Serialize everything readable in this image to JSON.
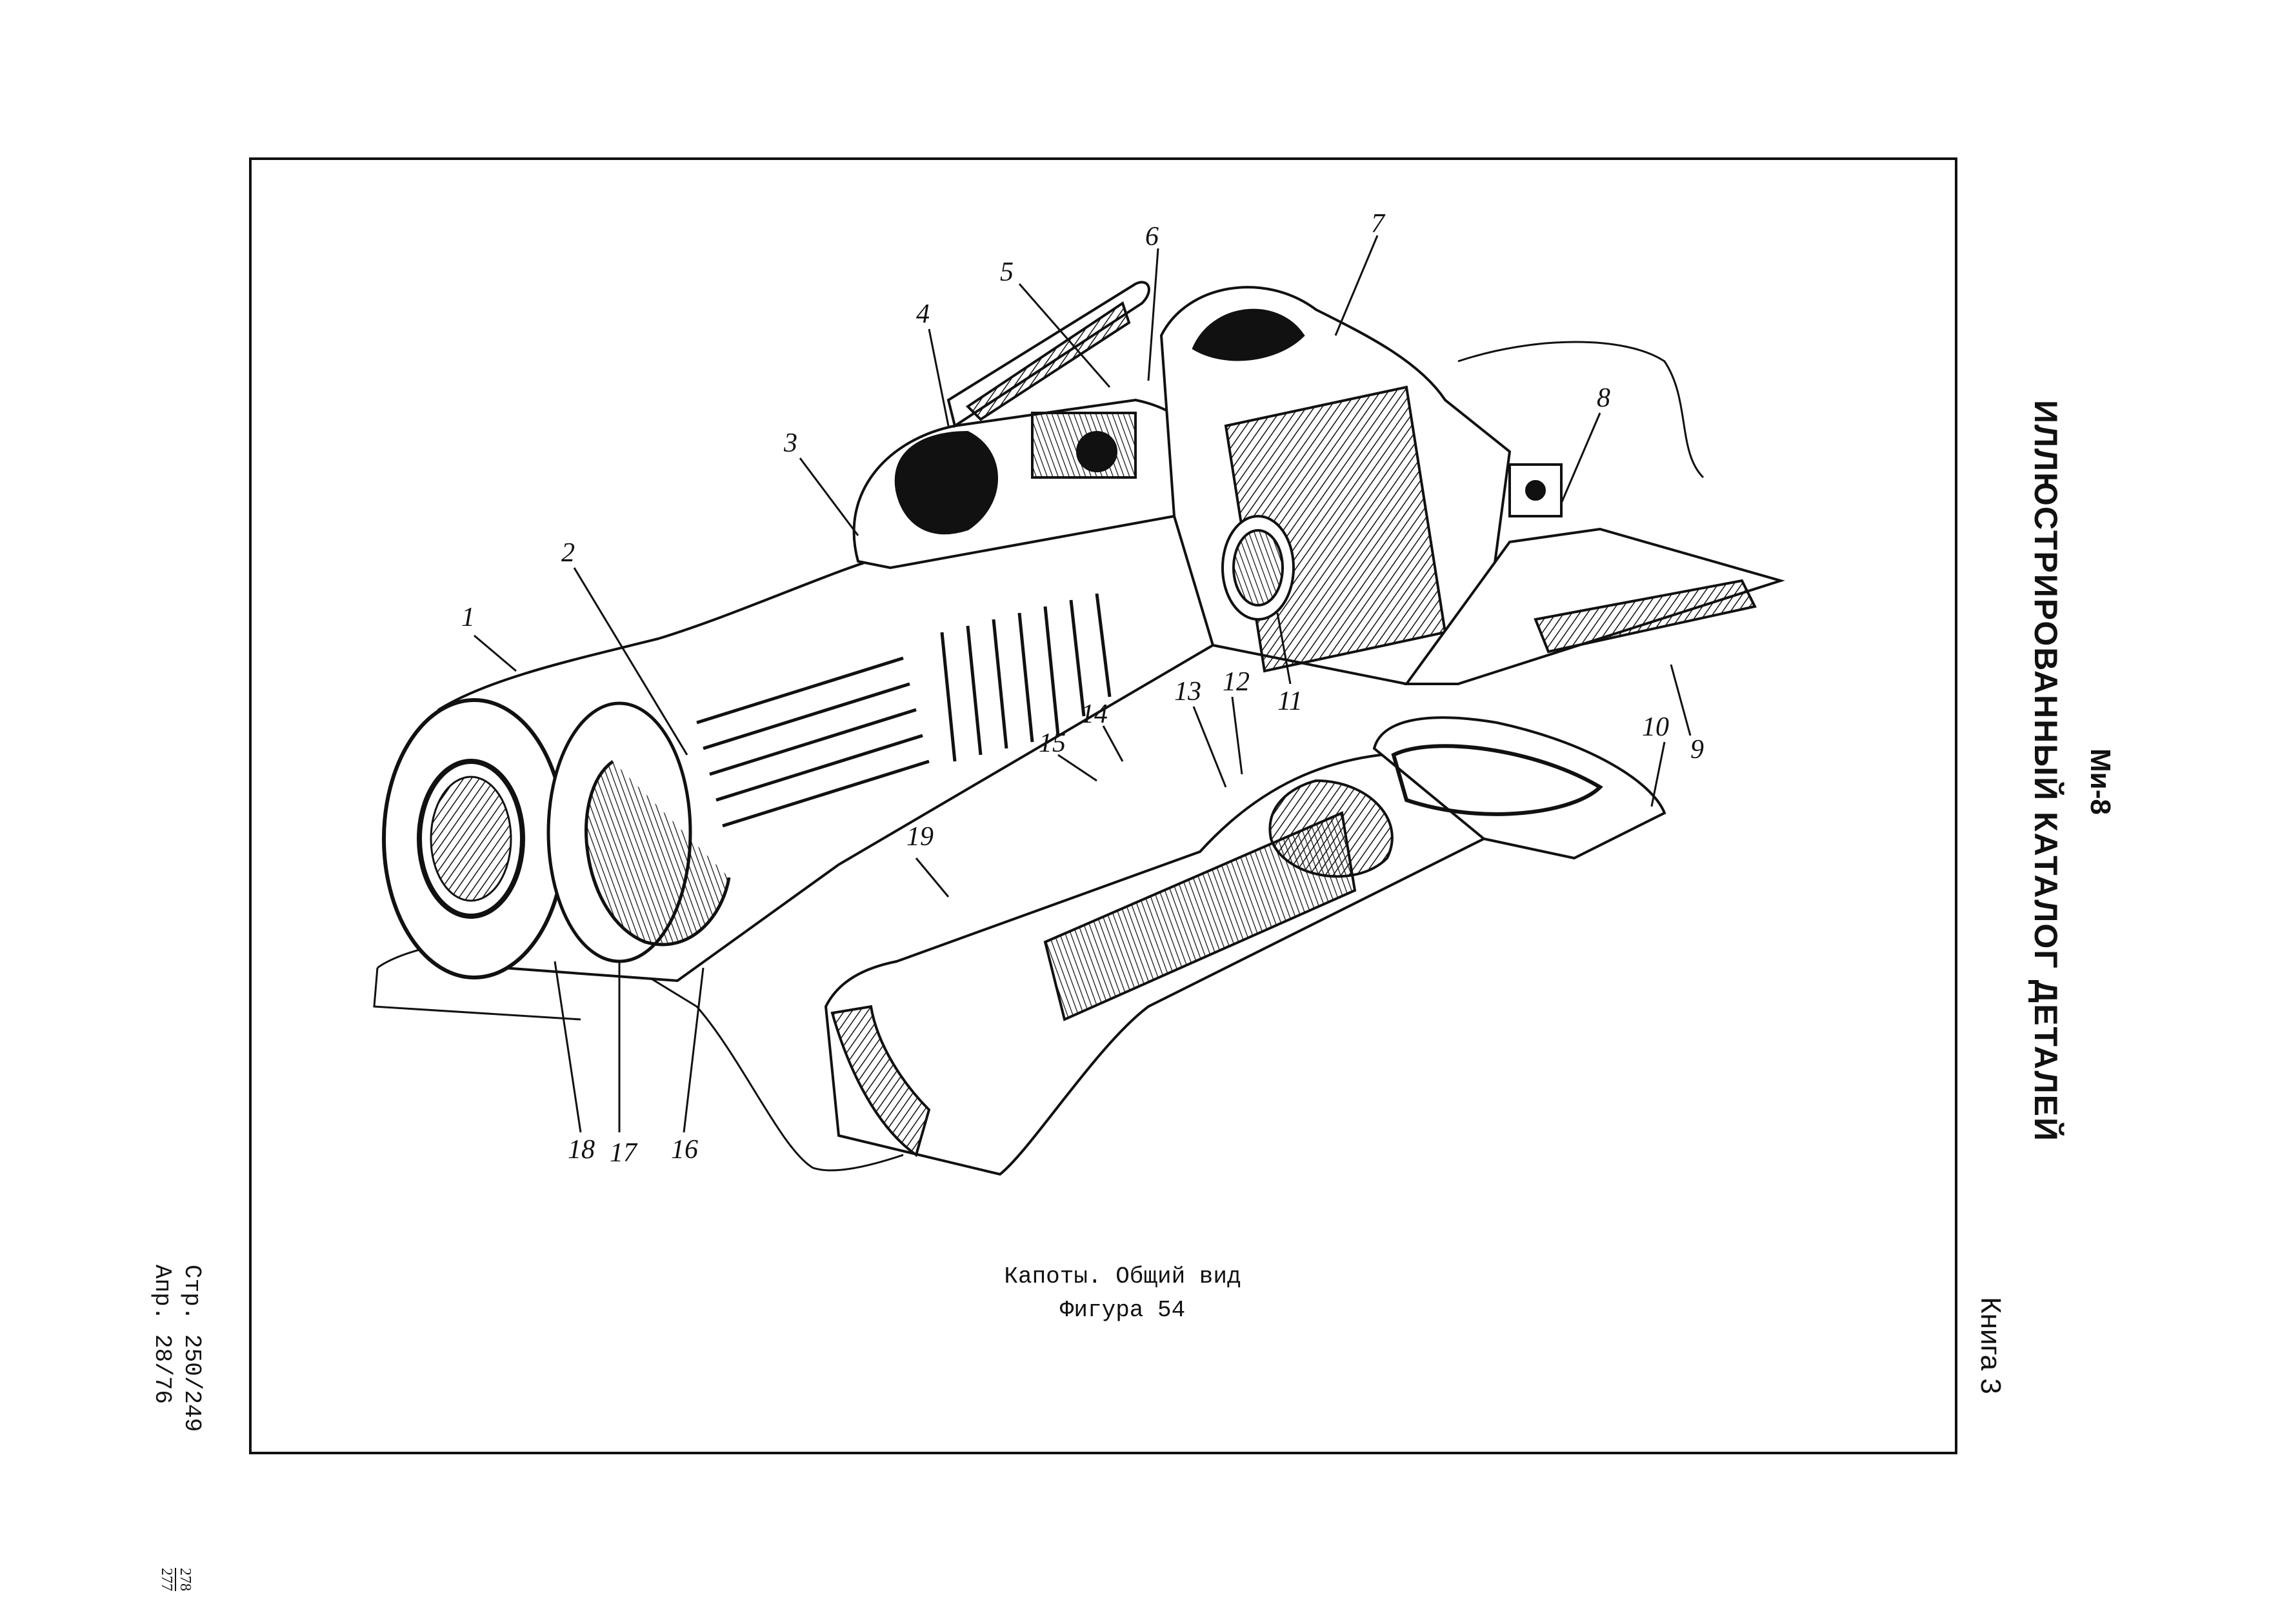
{
  "header": {
    "model": "Ми-8",
    "catalog_title": "ИЛЛЮСТРИРОВАННЫЙ КАТАЛОГ ДЕТАЛЕЙ",
    "book": "Книга 3"
  },
  "figure": {
    "caption": "Капоты. Общий вид",
    "number": "Фигура 54",
    "callouts": [
      "1",
      "2",
      "3",
      "4",
      "5",
      "6",
      "7",
      "8",
      "9",
      "10",
      "11",
      "12",
      "13",
      "14",
      "15",
      "16",
      "17",
      "18",
      "19"
    ]
  },
  "page_info": {
    "page": "Стр. 250/249",
    "date": "Апр. 28/76"
  },
  "sheet_number": {
    "top": "278",
    "bottom": "277"
  }
}
